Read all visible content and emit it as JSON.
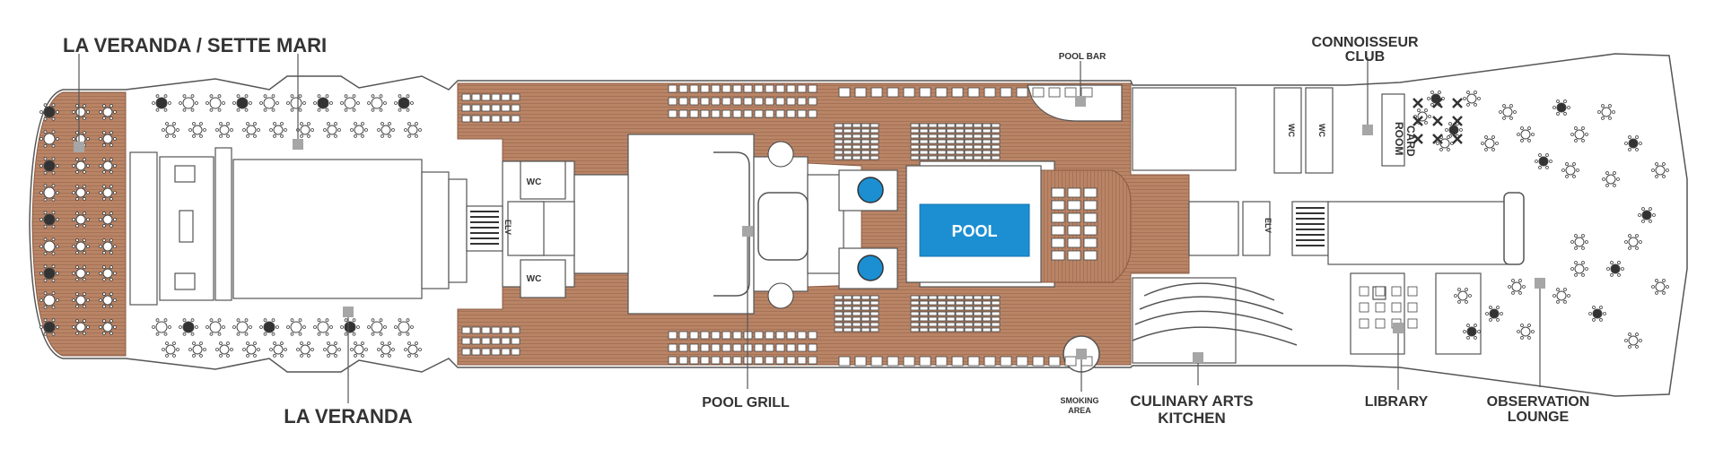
{
  "deck": {
    "labels": {
      "la_veranda_sette_mari": "LA VERANDA / SETTE MARI",
      "la_veranda": "LA VERANDA",
      "pool_bar": "POOL BAR",
      "connoisseur_club_line1": "CONNOISSEUR",
      "connoisseur_club_line2": "CLUB",
      "card_room_line1": "CARD",
      "card_room_line2": "ROOM",
      "pool": "POOL",
      "pool_grill": "POOL GRILL",
      "smoking_area_line1": "SMOKING",
      "smoking_area_line2": "AREA",
      "culinary_arts_line1": "CULINARY ARTS",
      "culinary_arts_line2": "KITCHEN",
      "library": "LIBRARY",
      "observation_line1": "OBSERVATION",
      "observation_line2": "LOUNGE",
      "wc": "WC",
      "elv": "ELV"
    },
    "colors": {
      "wood": "#b98466",
      "wood_line": "#9a6a50",
      "pool": "#1b8fd2",
      "marker": "#a6a6a6",
      "outline": "#555555",
      "text": "#333333"
    }
  }
}
